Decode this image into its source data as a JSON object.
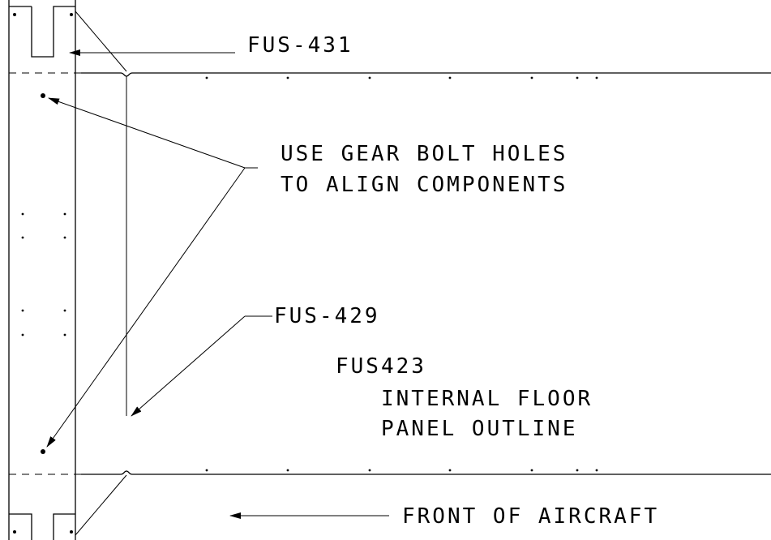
{
  "labels": {
    "fus431": "FUS-431",
    "gear_line1": "USE GEAR BOLT HOLES",
    "gear_line2": "TO ALIGN COMPONENTS",
    "fus429": "FUS-429",
    "fus423": "FUS423",
    "panel_line1": "INTERNAL FLOOR",
    "panel_line2": "PANEL OUTLINE",
    "front": "FRONT OF AIRCRAFT"
  }
}
